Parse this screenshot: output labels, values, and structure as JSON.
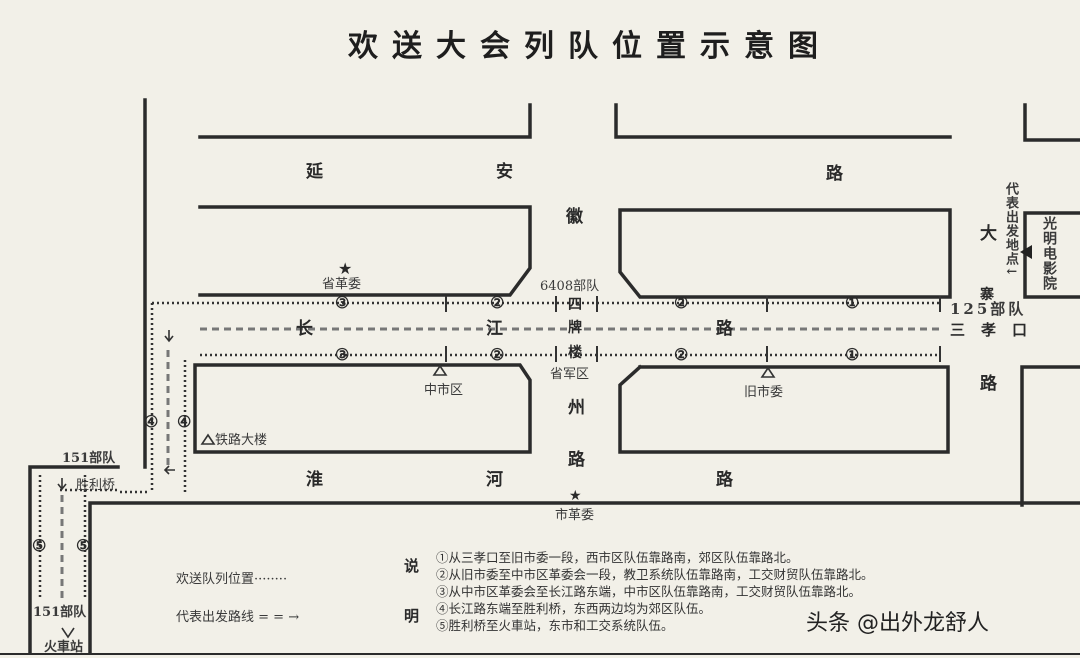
{
  "title": "欢送大会列队位置示意图",
  "roads": {
    "yanan": [
      "延",
      "安",
      "路"
    ],
    "changjiang": [
      "长",
      "江",
      "路"
    ],
    "huaihe": [
      "淮",
      "河",
      "路"
    ],
    "huizhou": [
      "徽",
      "州",
      "路"
    ],
    "sipailou": [
      "四",
      "牌",
      "楼"
    ],
    "dazhai": [
      "大",
      "寨",
      "路"
    ],
    "sanxiaokou": "三孝口",
    "unit_125": "125部队"
  },
  "landmarks": {
    "shenggewei": "省革委",
    "unit_6408": "6408部队",
    "zhongshiqu": "中市区",
    "shengjunqu": "省军区",
    "jiushiwei": "旧市委",
    "tielu_dalou": "铁路大楼",
    "shigewei": "市革委",
    "unit_151_top": "151部队",
    "unit_151_bottom": "151部队",
    "shengliqiao": "胜利桥",
    "huochezhan": "火車站",
    "guangming_cinema": "光明电影院",
    "start_point": "代表出发地点↓"
  },
  "segment_markers": {
    "top_row": [
      "③",
      "②",
      "②",
      "①"
    ],
    "bottom_row": [
      "③",
      "②",
      "②",
      "①"
    ],
    "left_column": [
      "④",
      "④"
    ],
    "bottom_left_column": [
      "⑤",
      "⑤"
    ]
  },
  "legend": {
    "welcome_position": "欢送队列位置",
    "welcome_symbol": "········",
    "route": "代表出发路线",
    "route_symbol": "= = →"
  },
  "notes": {
    "heading": [
      "说",
      "明"
    ],
    "items": [
      "①从三孝口至旧市委一段，西市区队伍靠路南，郊区队伍靠路北。",
      "②从旧市委至中市区革委会一段，教卫系统队伍靠路南，工交财贸队伍靠路北。",
      "③从中市区革委会至长江路东端，中市区队伍靠路南，工交财贸队伍靠路北。",
      "④长江路东端至胜利桥，东西两边均为郊区队伍。",
      "⑤胜利桥至火車站，东市和工交系统队伍。"
    ]
  },
  "watermark": "头条 @出外龙舒人",
  "colors": {
    "paper": "#f2f0e8",
    "ink": "#2a2a2a"
  }
}
